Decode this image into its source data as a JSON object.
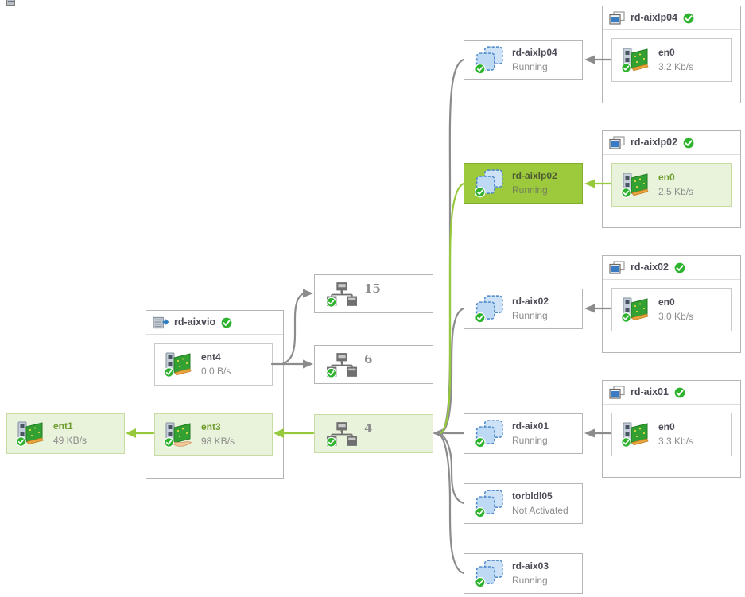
{
  "colors": {
    "selected_node_green": "#9cca3c",
    "highlight_bg_green": "#e9f2da",
    "highlight_border_green": "#c7dba2",
    "path_green": "#97c93d",
    "path_gray": "#8c8c8c",
    "status_ok_badge": "#2db32d"
  },
  "source_adapter": {
    "name": "ent1",
    "rate": "49 KB/s"
  },
  "vio_server": {
    "name": "rd-aixvio",
    "adapters": [
      {
        "name": "ent4",
        "rate": "0.0 B/s"
      },
      {
        "name": "ent3",
        "rate": "98 KB/s"
      }
    ]
  },
  "vlans": [
    {
      "id": "15"
    },
    {
      "id": "6"
    },
    {
      "id": "4"
    }
  ],
  "partitions": [
    {
      "name": "rd-aixlp04",
      "status": "Running"
    },
    {
      "name": "rd-aixlp02",
      "status": "Running"
    },
    {
      "name": "rd-aix02",
      "status": "Running"
    },
    {
      "name": "rd-aix01",
      "status": "Running"
    },
    {
      "name": "torbldl05",
      "status": "Not Activated"
    },
    {
      "name": "rd-aix03",
      "status": "Running"
    }
  ],
  "clients": [
    {
      "name": "rd-aixlp04",
      "adapter": {
        "name": "en0",
        "rate": "3.2 Kb/s"
      }
    },
    {
      "name": "rd-aixlp02",
      "adapter": {
        "name": "en0",
        "rate": "2.5 Kb/s"
      }
    },
    {
      "name": "rd-aix02",
      "adapter": {
        "name": "en0",
        "rate": "3.0 Kb/s"
      }
    },
    {
      "name": "rd-aix01",
      "adapter": {
        "name": "en0",
        "rate": "3.3 Kb/s"
      }
    }
  ]
}
